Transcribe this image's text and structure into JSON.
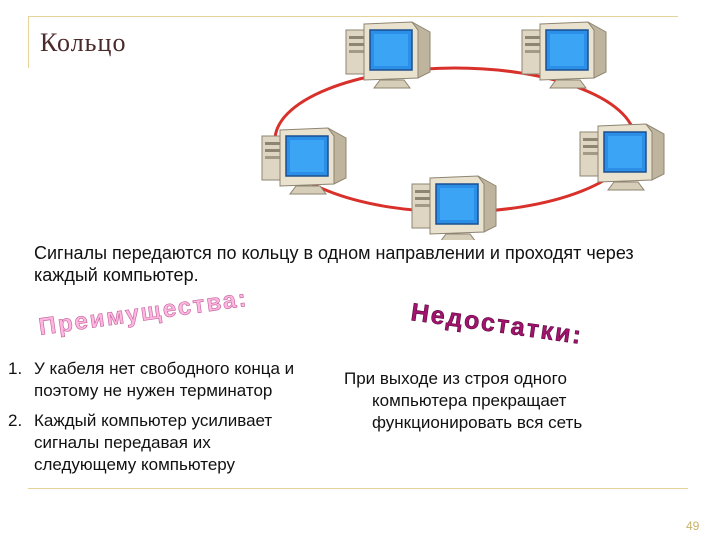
{
  "slide": {
    "title": "Кольцо",
    "description": "Сигналы передаются по кольцу в одном направлении и проходят через каждый компьютер.",
    "advantages_heading": "Преимущества:",
    "disadvantages_heading": "Недостатки:",
    "advantages": [
      {
        "num": "1.",
        "text": "У кабеля нет свободного конца и поэтому не нужен терминатор"
      },
      {
        "num": "2.",
        "text": "Каждый компьютер усиливает сигналы передавая их следующему компьютеру"
      }
    ],
    "disadvantages": {
      "line1": "При выходе из строя одного",
      "rest": "компьютера прекращает функционировать вся сеть"
    },
    "page_number": "49"
  },
  "colors": {
    "ring": "#d8302a",
    "screen": "#2b8fe8",
    "monitor_body": "#e9e2cf",
    "wordart_left": "#ffb6e0",
    "wordart_right": "#a3126e",
    "frame": "#e6d39a"
  },
  "icons": {
    "computer": "desktop-computer-icon"
  }
}
